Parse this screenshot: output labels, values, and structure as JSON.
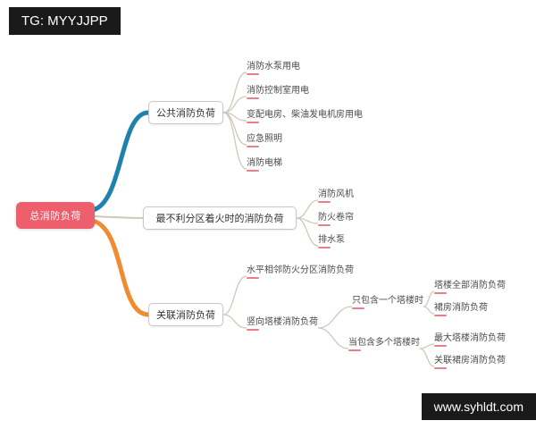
{
  "watermarks": {
    "top": "TG: MYYJJPP",
    "bottom": "www.syhldt.com"
  },
  "colors": {
    "root_bg": "#ed5f6d",
    "root_text": "#ffffff",
    "branch_public_line": "#1f82ad",
    "branch_associated_line": "#ef8c2f",
    "thin_connector": "#cfc8bb",
    "leaf_underline": "#e8808c",
    "node_border": "#c8c8c8",
    "watermark_bg": "#1a1a1a",
    "watermark_text": "#ffffff"
  },
  "mindmap": {
    "root": {
      "label": "总消防负荷"
    },
    "branches": [
      {
        "label": "公共消防负荷",
        "children": [
          {
            "label": "消防水泵用电"
          },
          {
            "label": "消防控制室用电"
          },
          {
            "label": "变配电房、柴油发电机房用电"
          },
          {
            "label": "应急照明"
          },
          {
            "label": "消防电梯"
          }
        ]
      },
      {
        "label": "最不利分区着火时的消防负荷",
        "children": [
          {
            "label": "消防风机"
          },
          {
            "label": "防火卷帘"
          },
          {
            "label": "排水泵"
          }
        ]
      },
      {
        "label": "关联消防负荷",
        "children": [
          {
            "label": "水平相邻防火分区消防负荷"
          },
          {
            "label": "竖向塔楼消防负荷",
            "children": [
              {
                "label": "只包含一个塔楼时",
                "children": [
                  {
                    "label": "塔楼全部消防负荷"
                  },
                  {
                    "label": "裙房消防负荷"
                  }
                ]
              },
              {
                "label": "当包含多个塔楼时",
                "children": [
                  {
                    "label": "最大塔楼消防负荷"
                  },
                  {
                    "label": "关联裙房消防负荷"
                  }
                ]
              }
            ]
          }
        ]
      }
    ]
  }
}
